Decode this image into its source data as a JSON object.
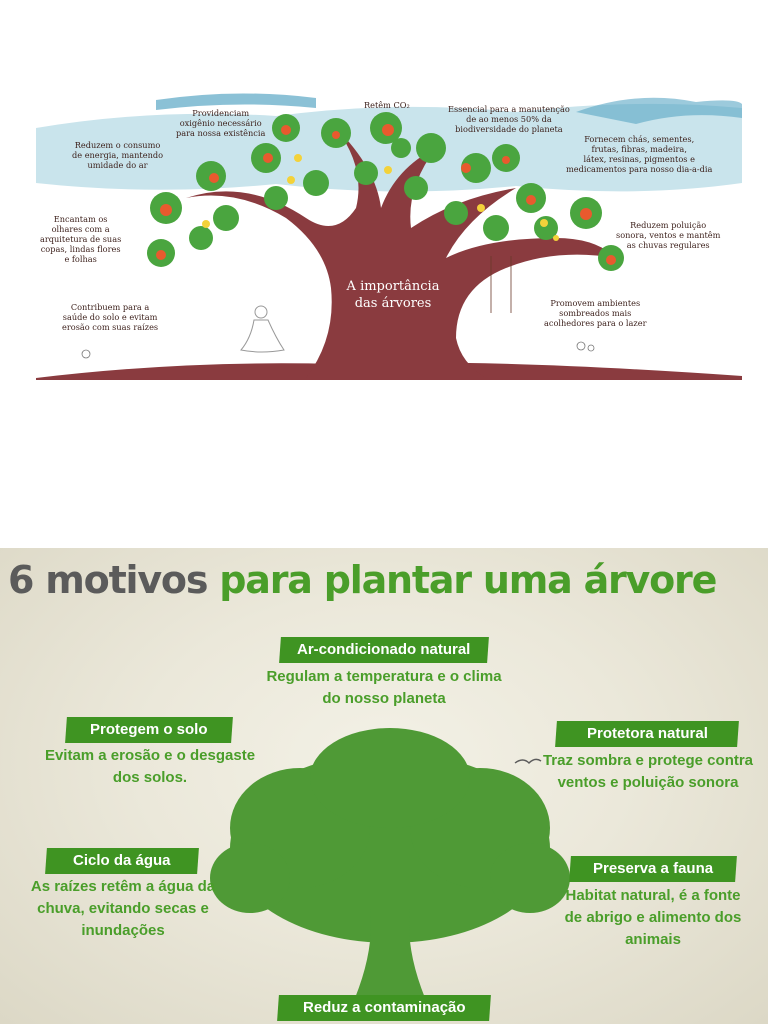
{
  "top_infographic": {
    "center_title_line1": "A importância",
    "center_title_line2": "das árvores",
    "labels": {
      "energy": [
        "Reduzem o consumo",
        "de energia, mantendo",
        "umidade do ar"
      ],
      "oxygen": [
        "Providenciam",
        "oxigênio necessário",
        "para nossa existência"
      ],
      "co2": [
        "Retêm CO₂"
      ],
      "biodiversity": [
        "Essencial para a manutenção",
        "de ao menos 50% da",
        "biodiversidade do planeta"
      ],
      "products": [
        "Fornecem chás, sementes,",
        "frutas, fibras, madeira,",
        "látex, resinas, pigmentos e",
        "medicamentos para nosso dia-a-dia"
      ],
      "enchant": [
        "Encantam os",
        "olhares com a",
        "arquitetura de suas",
        "copas, lindas flores",
        "e folhas"
      ],
      "noise": [
        "Reduzem poluição",
        "sonora, ventos e mantêm",
        "as chuvas regulares"
      ],
      "soil": [
        "Contribuem para a",
        "saúde do solo e evitam",
        "erosão com suas raízes"
      ],
      "leisure": [
        "Promovem ambientes",
        "sombreados mais",
        "acolhedores para o lazer"
      ]
    },
    "colors": {
      "trunk": "#8a3b3f",
      "leaf": "#4aa53f",
      "fruit": "#e85a2e",
      "sky": "#c9e4ec",
      "text": "#3b1f1a"
    }
  },
  "poster": {
    "title_part1": "6 motivos",
    "title_part2": "para plantar uma árvore",
    "items": {
      "air": {
        "tag": "Ar-condicionado natural",
        "desc": [
          "Regulam a temperatura e o clima",
          "do nosso planeta"
        ]
      },
      "soil": {
        "tag": "Protegem o solo",
        "desc": [
          "Evitam a erosão e o desgaste",
          "dos solos."
        ]
      },
      "protector": {
        "tag": "Protetora natural",
        "desc": [
          "Traz sombra e protege contra",
          "ventos e poluição sonora"
        ]
      },
      "water": {
        "tag": "Ciclo da água",
        "desc": [
          "As raízes retêm a água da",
          "chuva, evitando secas e",
          "inundações"
        ]
      },
      "fauna": {
        "tag": "Preserva a fauna",
        "desc": [
          "Habitat natural, é a fonte",
          "de abrigo e alimento dos",
          "animais"
        ]
      },
      "pollution": {
        "tag": "Reduz a contaminação"
      }
    },
    "colors": {
      "title_gray": "#5b5b5b",
      "green": "#4a9e2a",
      "tag_bg": "#3f9422",
      "tree": "#4f9a36"
    }
  }
}
